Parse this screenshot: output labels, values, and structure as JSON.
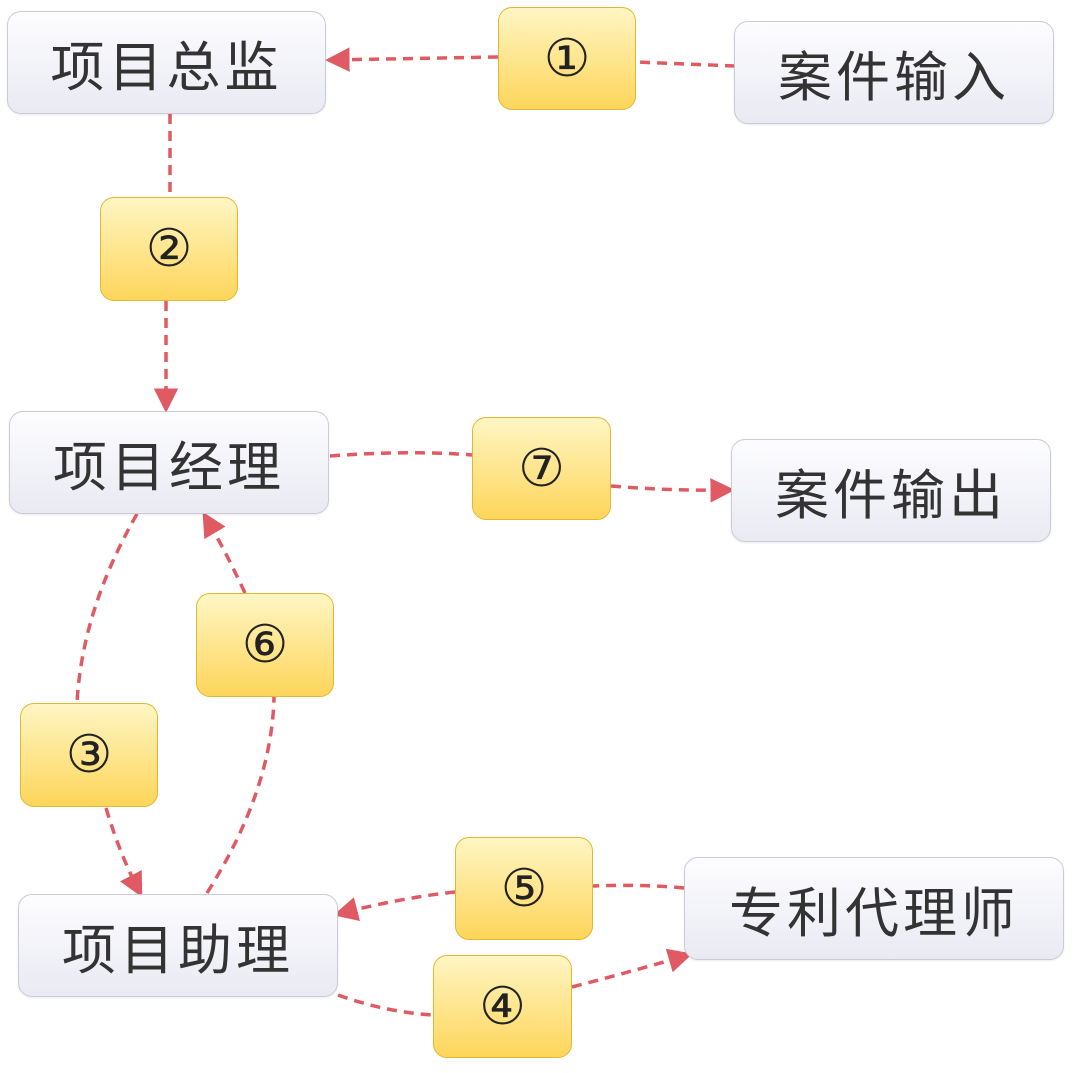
{
  "nodes": {
    "director": "项目总监",
    "case_input": "案件输入",
    "manager": "项目经理",
    "case_output": "案件输出",
    "assistant": "项目助理",
    "attorney": "专利代理师"
  },
  "steps": {
    "s1": "①",
    "s2": "②",
    "s3": "③",
    "s4": "④",
    "s5": "⑤",
    "s6": "⑥",
    "s7": "⑦"
  },
  "colors": {
    "arrow": "#e05a63",
    "step_fill": "#fdd55a",
    "node_fill": "#eeeff5"
  }
}
